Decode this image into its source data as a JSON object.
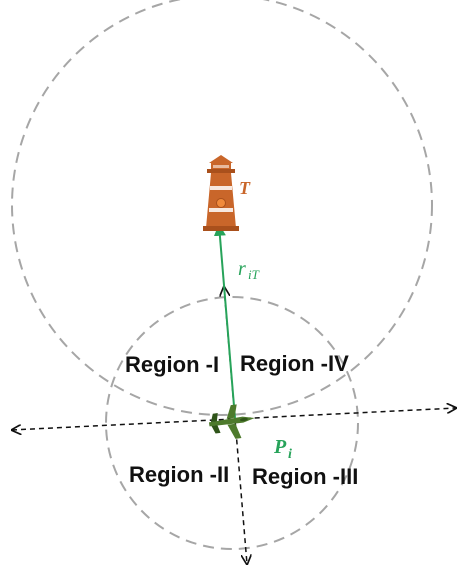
{
  "colors": {
    "circle": "#a6a6a6",
    "axis": "#111111",
    "range_line": "#27a35a",
    "lighthouse": "#c9662a",
    "lighthouse_dark": "#a9501c",
    "aircraft": "#4d7a2c",
    "aircraft_dark": "#2f5419",
    "region_text": "#111111"
  },
  "icons": {
    "target": "lighthouse-icon",
    "platform": "fighter-jet-icon"
  },
  "target": {
    "label": "T"
  },
  "range": {
    "label": "r",
    "subscript": "iT"
  },
  "platform": {
    "label": "P",
    "subscript": "i"
  },
  "regions": {
    "region_1": "Region -I",
    "region_2": "Region -II",
    "region_3": "Region -III",
    "region_4": "Region -IV"
  }
}
